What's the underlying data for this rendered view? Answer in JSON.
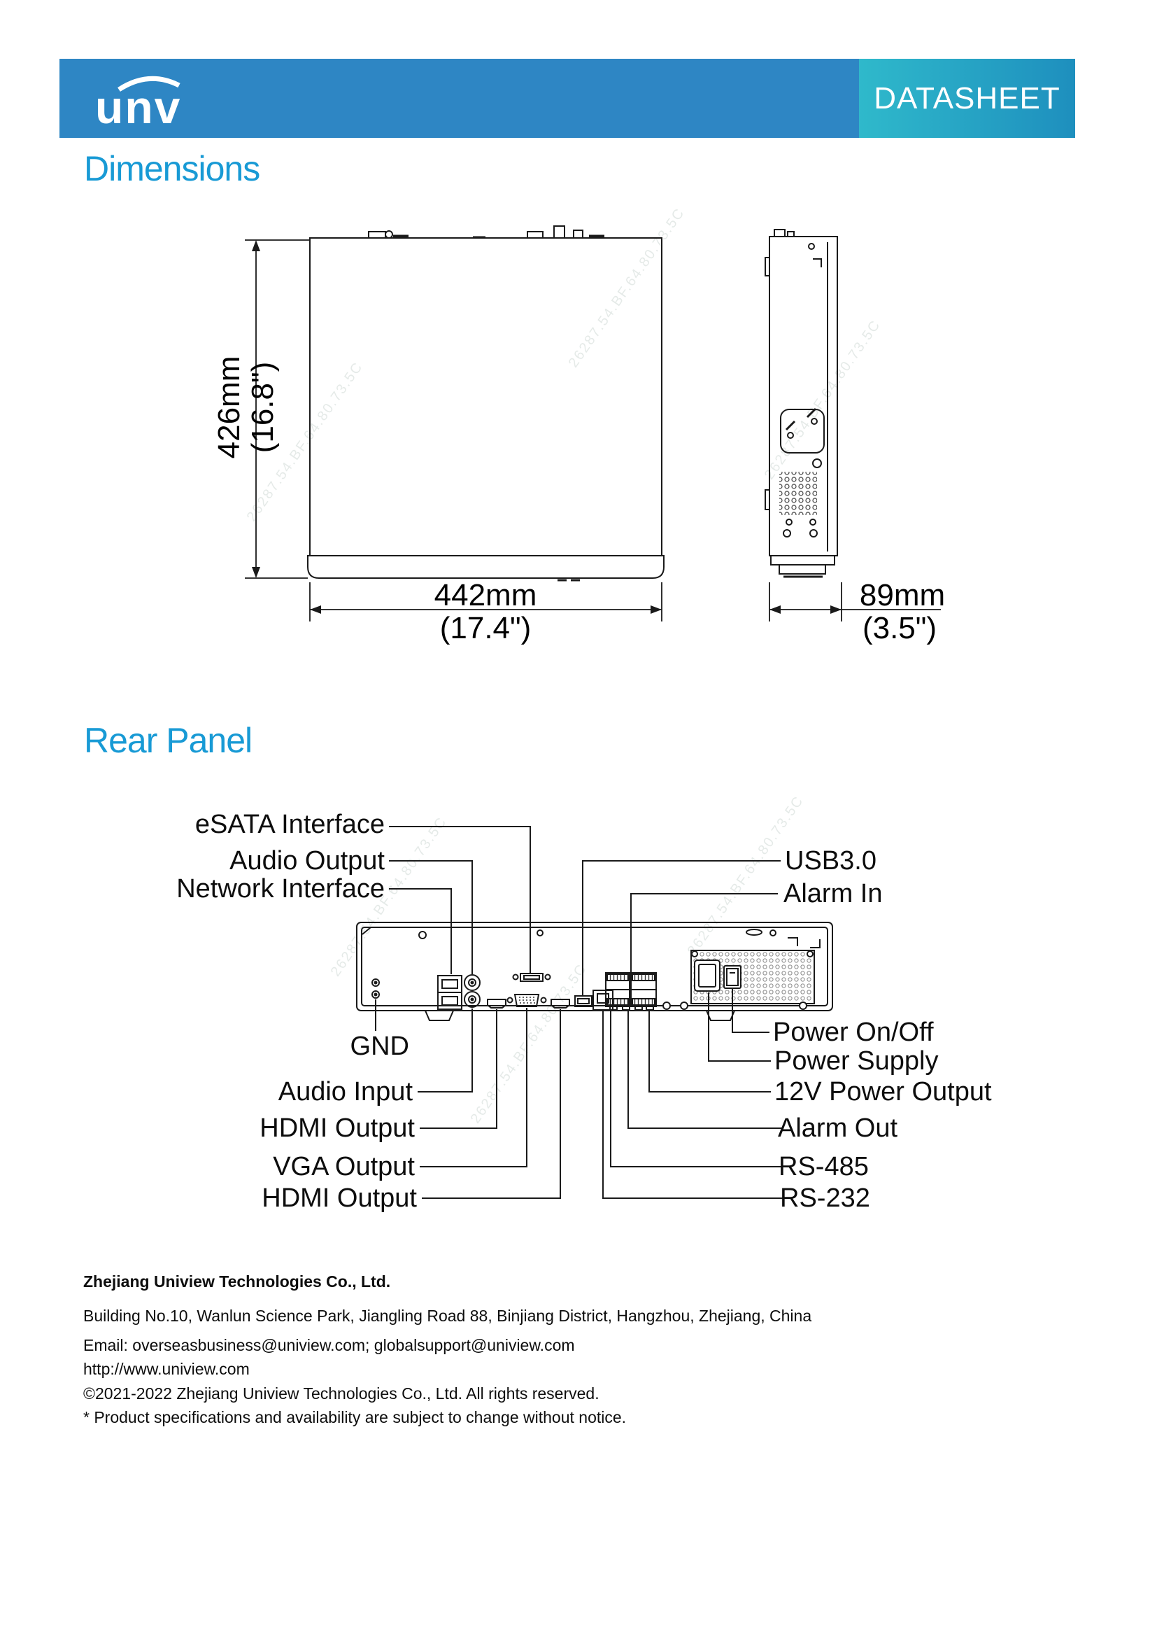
{
  "theme": {
    "band_color": "#2E86C4",
    "heading_color": "#189AD5",
    "ds_start": "#2FB9CB",
    "ds_end": "#1E8FBE",
    "text_color": "#111111",
    "line_color": "#1a1a1a"
  },
  "header": {
    "logo_text": "unv",
    "datasheet_label": "DATASHEET"
  },
  "sections": {
    "dimensions_title": "Dimensions",
    "rear_panel_title": "Rear Panel"
  },
  "dimensions_figure": {
    "height_mm": "426mm",
    "height_in": "(16.8\")",
    "width_mm": "442mm",
    "width_in": "(17.4\")",
    "depth_mm": "89mm",
    "depth_in": "(3.5\")"
  },
  "rear_panel_figure": {
    "callouts": {
      "esata": "eSATA Interface",
      "audio_out": "Audio Output",
      "network": "Network Interface",
      "usb": "USB3.0",
      "alarm_in": "Alarm In",
      "gnd": "GND",
      "audio_in": "Audio Input",
      "hdmi1": "HDMI Output",
      "vga": "VGA Output",
      "hdmi2": "HDMI Output",
      "power_switch": "Power On/Off",
      "power_supply": "Power Supply",
      "power_12v": "12V Power Output",
      "alarm_out": "Alarm Out",
      "rs485": "RS-485",
      "rs232": "RS-232"
    }
  },
  "footer": {
    "company": "Zhejiang Uniview Technologies Co., Ltd.",
    "address": "Building No.10, Wanlun Science Park, Jiangling Road 88, Binjiang District, Hangzhou, Zhejiang, China",
    "email": "Email: overseasbusiness@uniview.com; globalsupport@uniview.com",
    "website": "http://www.uniview.com",
    "copyright": "©2021-2022 Zhejiang Uniview Technologies Co., Ltd. All rights reserved.",
    "disclaimer": "*  Product specifications and availability are subject to change without notice."
  },
  "watermark": "26287.54.BF.64.80.73.5C"
}
